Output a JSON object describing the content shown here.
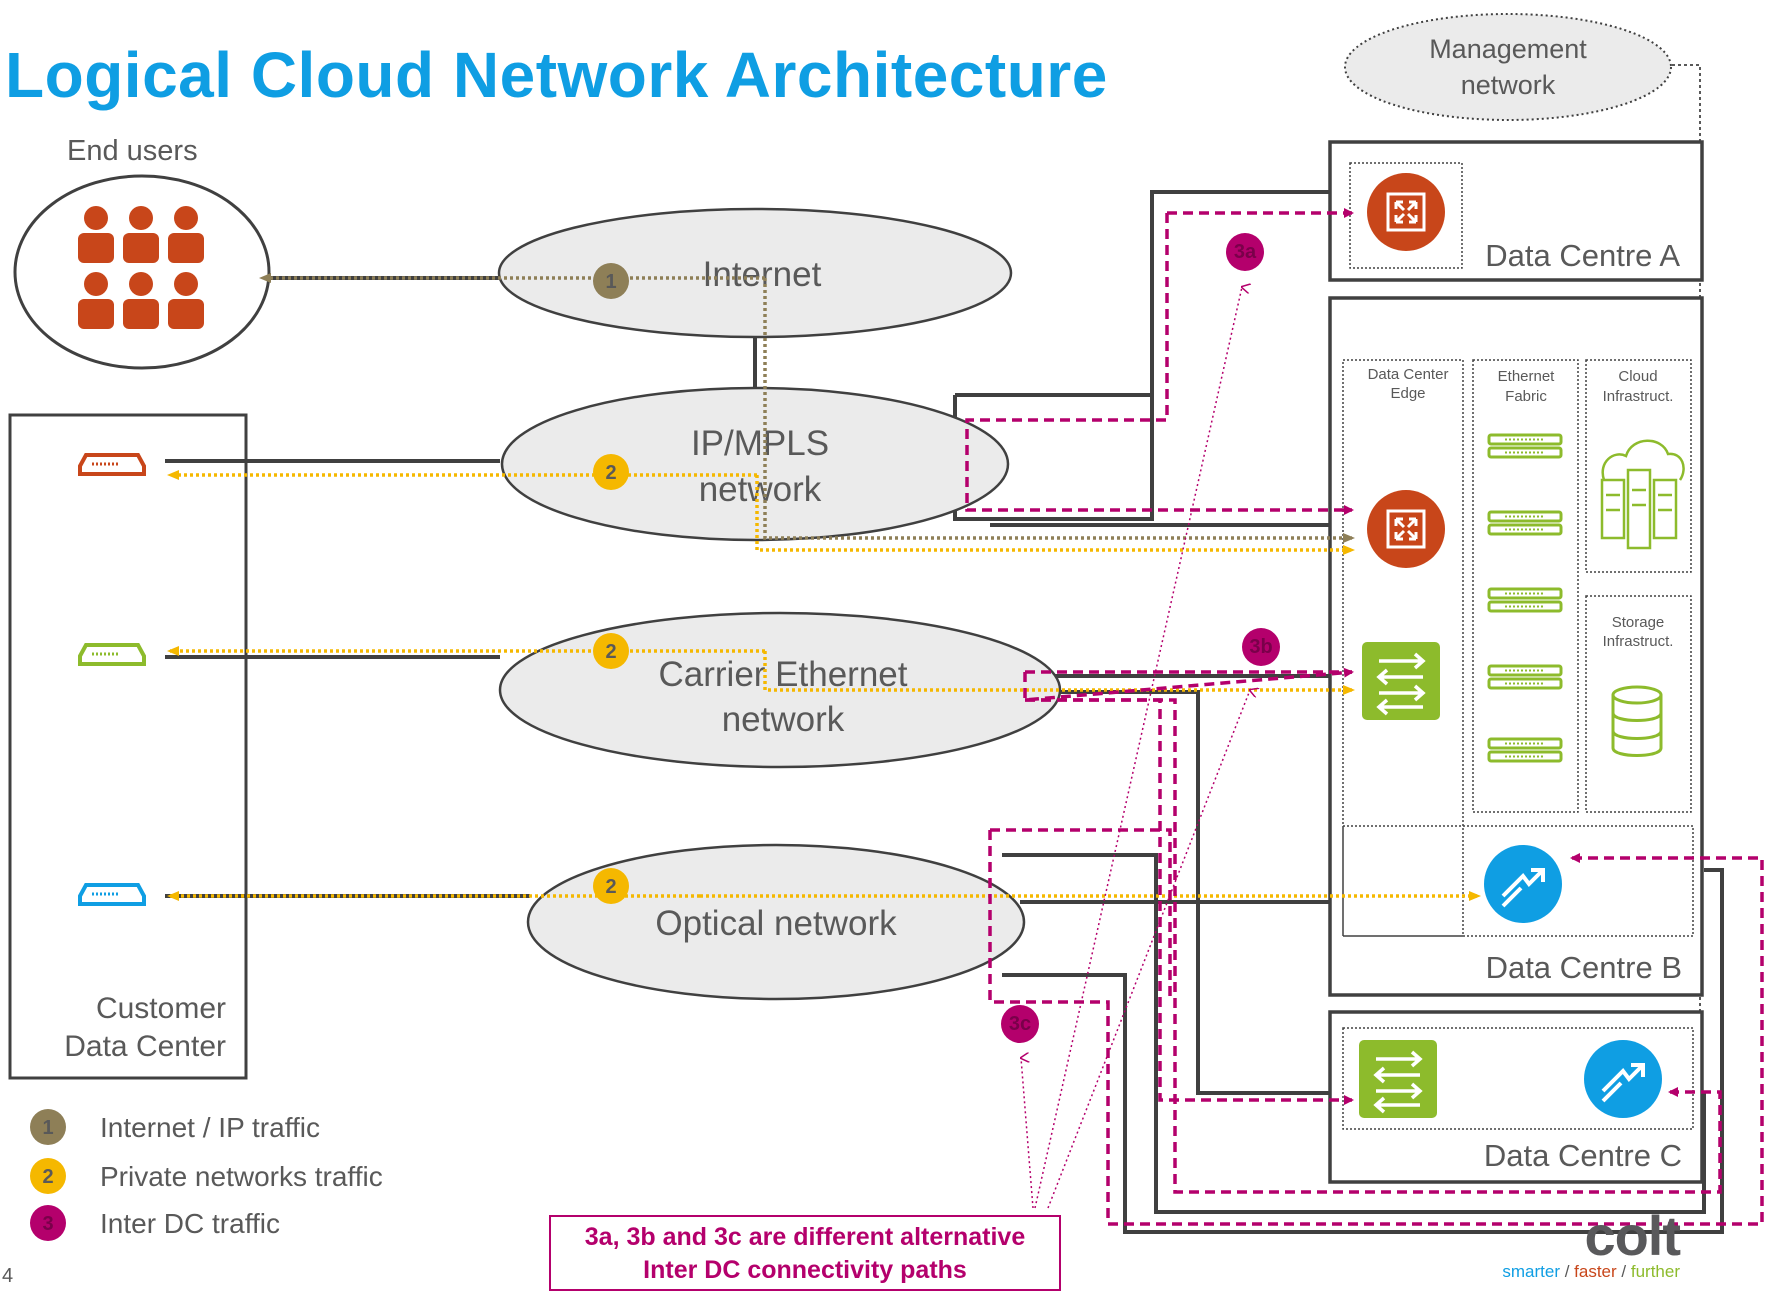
{
  "title": "Logical Cloud Network Architecture",
  "colors": {
    "title_blue": "#0f9ee3",
    "internet_olive": "#8e7f57",
    "private_yellow": "#f5b800",
    "inter_dc_magenta": "#b4006c",
    "router_orange": "#c8461a",
    "switch_green": "#8dbb2c",
    "optical_blue": "#0f9ee3",
    "line_dark": "#404040"
  },
  "management": {
    "label_line1": "Management",
    "label_line2": "network"
  },
  "end_users": {
    "label": "End users",
    "icon": "people-icon"
  },
  "clouds": {
    "internet": {
      "line1": "Internet"
    },
    "ipmpls": {
      "line1": "IP/MPLS",
      "line2": "network"
    },
    "carrier": {
      "line1": "Carrier Ethernet",
      "line2": "network"
    },
    "optical": {
      "line1": "Optical network"
    }
  },
  "markers": {
    "m1": "1",
    "m2a": "2",
    "m2b": "2",
    "m2c": "2",
    "m3a": "3a",
    "m3b": "3b",
    "m3c": "3c"
  },
  "customer_dc": {
    "line1": "Customer",
    "line2": "Data Center",
    "cpe_icons": [
      "router-cpe-icon",
      "ethernet-cpe-icon",
      "optical-cpe-icon"
    ]
  },
  "data_centres": {
    "a": {
      "label": "Data Centre A"
    },
    "b": {
      "label": "Data Centre B",
      "edge_line1": "Data Center",
      "edge_line2": "Edge",
      "fabric_line1": "Ethernet",
      "fabric_line2": "Fabric",
      "cloud_line1": "Cloud",
      "cloud_line2": "Infrastruct.",
      "storage_line1": "Storage",
      "storage_line2": "Infrastruct."
    },
    "c": {
      "label": "Data Centre C"
    }
  },
  "legend": [
    {
      "num": "1",
      "text": "Internet / IP traffic",
      "color": "#8e7f57"
    },
    {
      "num": "2",
      "text": "Private networks traffic",
      "color": "#f5b800"
    },
    {
      "num": "3",
      "text": "Inter DC traffic",
      "color": "#b4006c"
    }
  ],
  "callout": {
    "line1": "3a, 3b and 3c are different alternative",
    "line2": "Inter DC connectivity paths"
  },
  "brand": {
    "name": "colt",
    "tag_1": "smarter",
    "sep": " / ",
    "tag_2": "faster",
    "tag_3": "further"
  },
  "page_number": "4"
}
